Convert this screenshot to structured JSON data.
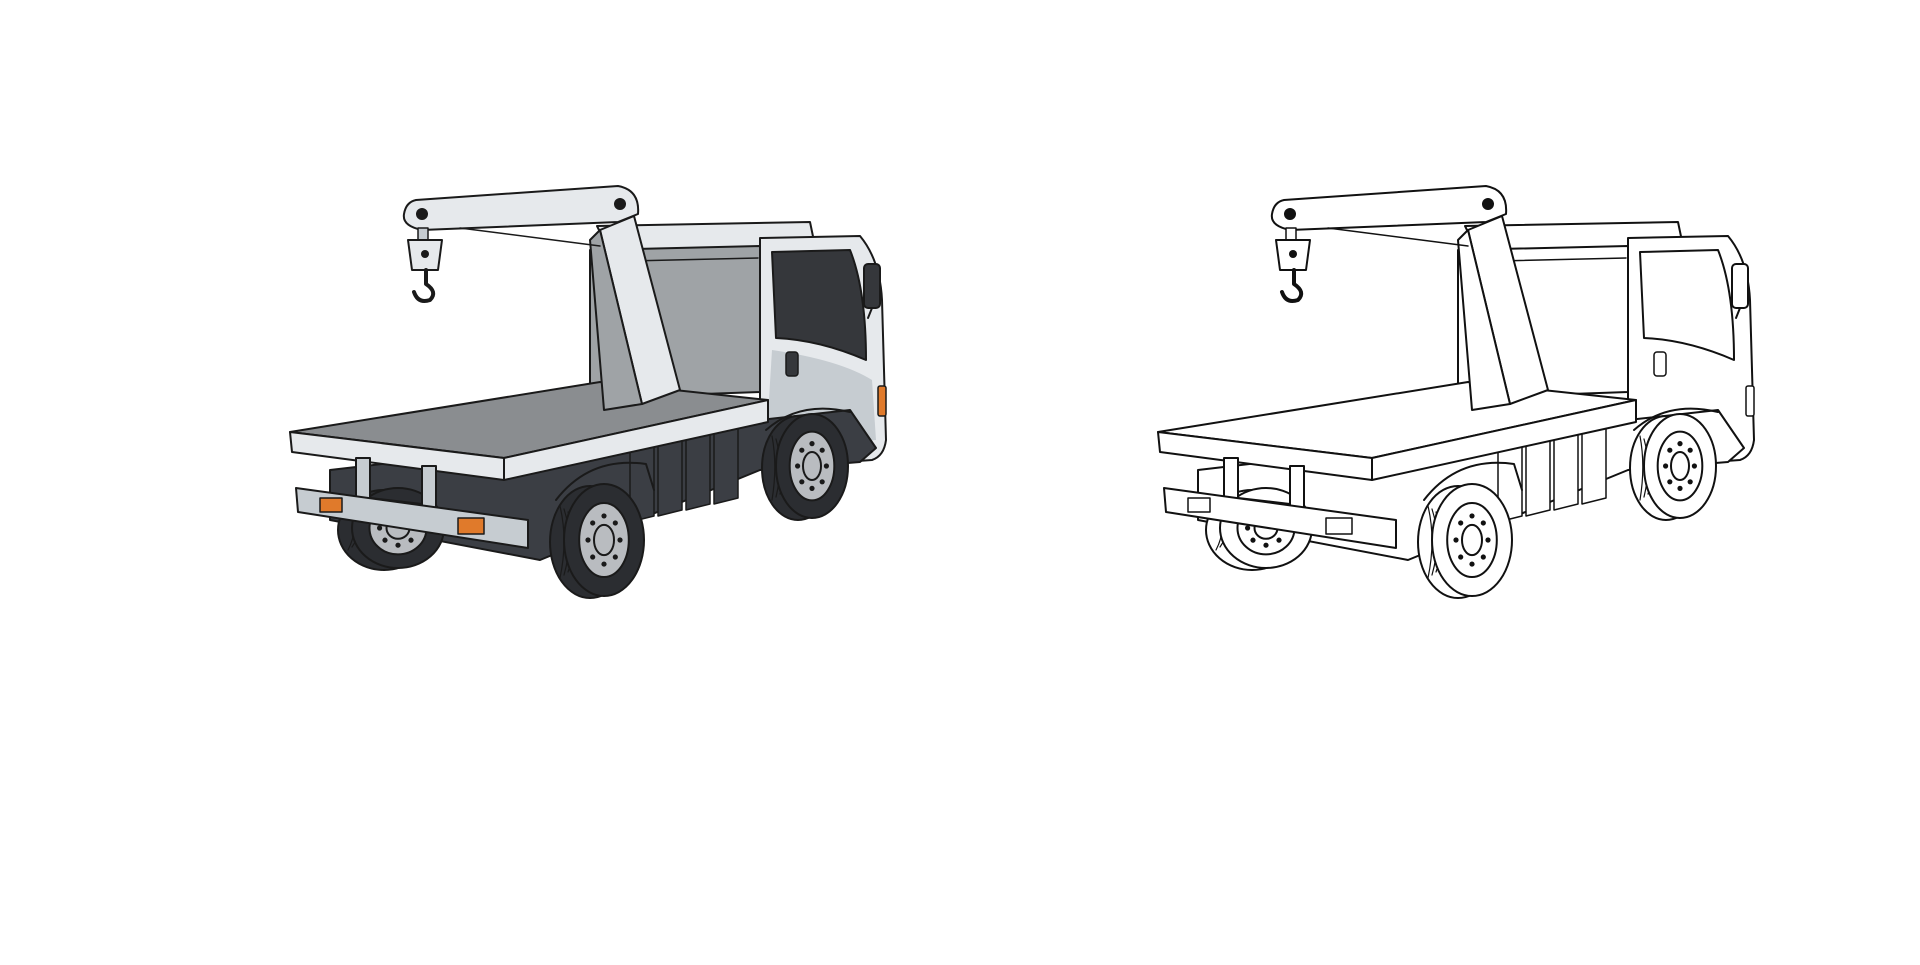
{
  "scene": {
    "background_color": "#ffffff",
    "illustrations": [
      {
        "id": "colored",
        "style": "filled",
        "subject": "flatbed-crane-truck",
        "palette": {
          "body": "#e6e9ec",
          "body_shade": "#c6ccd1",
          "deck": "#8a8d90",
          "cargo_wall": "#9fa3a6",
          "chassis": "#3b3e44",
          "tire": "#2b2d31",
          "rim": "#b9bcc0",
          "window": "#35373b",
          "light": "#e07a2b",
          "line": "#1a1a1a"
        }
      },
      {
        "id": "outline",
        "style": "line-art",
        "subject": "flatbed-crane-truck",
        "palette": {
          "body": "#ffffff",
          "body_shade": "#ffffff",
          "deck": "#ffffff",
          "cargo_wall": "#ffffff",
          "chassis": "#ffffff",
          "tire": "#ffffff",
          "rim": "#ffffff",
          "window": "#ffffff",
          "light": "#ffffff",
          "line": "#111111"
        }
      }
    ]
  }
}
